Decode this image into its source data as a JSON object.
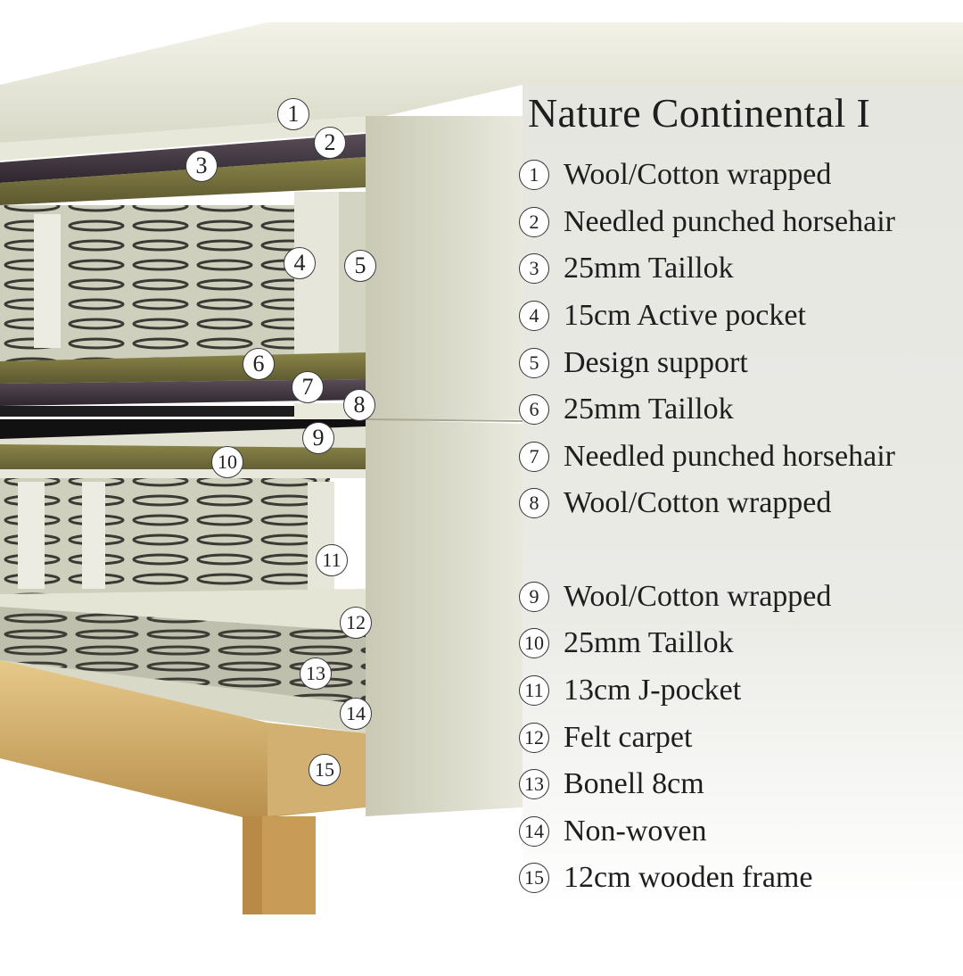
{
  "title": "Nature Continental I",
  "markers": [
    {
      "n": "1"
    },
    {
      "n": "2"
    },
    {
      "n": "3"
    },
    {
      "n": "4"
    },
    {
      "n": "5"
    },
    {
      "n": "6"
    },
    {
      "n": "7"
    },
    {
      "n": "8"
    },
    {
      "n": "9"
    },
    {
      "n": "10"
    },
    {
      "n": "11"
    },
    {
      "n": "12"
    },
    {
      "n": "13"
    },
    {
      "n": "14"
    },
    {
      "n": "15"
    }
  ],
  "legend": [
    {
      "n": "1",
      "label": "Wool/Cotton wrapped"
    },
    {
      "n": "2",
      "label": "Needled punched horsehair"
    },
    {
      "n": "3",
      "label": "25mm Taillok"
    },
    {
      "n": "4",
      "label": "15cm Active pocket"
    },
    {
      "n": "5",
      "label": "Design support"
    },
    {
      "n": "6",
      "label": "25mm Taillok"
    },
    {
      "n": "7",
      "label": "Needled punched horsehair"
    },
    {
      "n": "8",
      "label": "Wool/Cotton wrapped"
    },
    {
      "n": "9",
      "label": "Wool/Cotton wrapped"
    },
    {
      "n": "10",
      "label": "25mm Taillok"
    },
    {
      "n": "11",
      "label": "13cm J-pocket"
    },
    {
      "n": "12",
      "label": "Felt carpet"
    },
    {
      "n": "13",
      "label": "Bonell 8cm"
    },
    {
      "n": "14",
      "label": "Non-woven"
    },
    {
      "n": "15",
      "label": "12cm wooden frame"
    }
  ],
  "colors": {
    "cover": "#e4e4d6",
    "taillok": "#6e6a3a",
    "horsehair": "#4a3e4a",
    "spring": "#3a3a36",
    "wood": "#d8b979",
    "panel": "#e6e6e0"
  }
}
